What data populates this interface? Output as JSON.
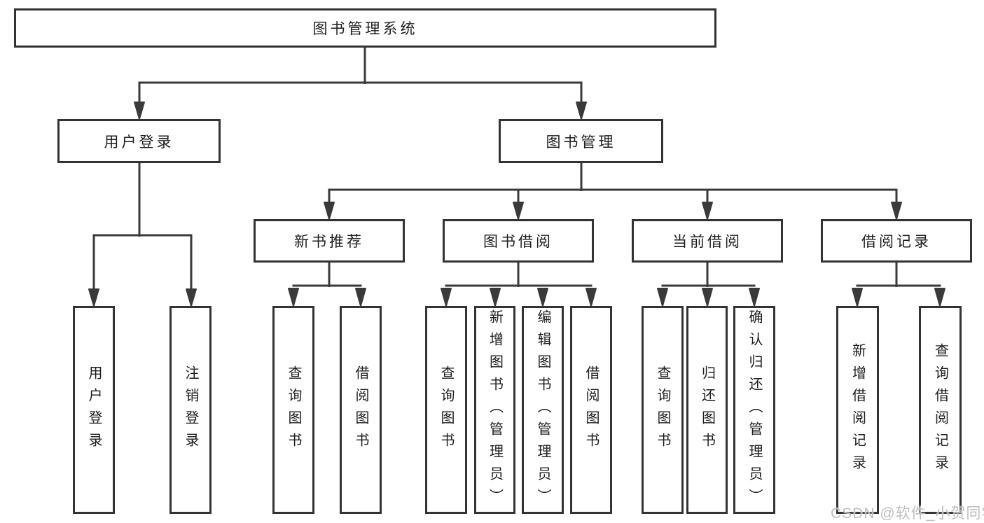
{
  "colors": {
    "page_bg": "#ffffff",
    "box_bg": "#ffffff",
    "box_border": "#333333",
    "line": "#3a3a3a",
    "text": "#1d1d1d",
    "watermark": "#bdbdbd"
  },
  "diagram": {
    "root": {
      "label": "图书管理系统",
      "children": [
        {
          "label": "用户登录",
          "children": [
            {
              "label": "用户登录"
            },
            {
              "label": "注销登录"
            }
          ]
        },
        {
          "label": "图书管理",
          "children": [
            {
              "label": "新书推荐",
              "children": [
                {
                  "label": "查询图书"
                },
                {
                  "label": "借阅图书"
                }
              ]
            },
            {
              "label": "图书借阅",
              "children": [
                {
                  "label": "查询图书"
                },
                {
                  "label": "新增图书（管理员）"
                },
                {
                  "label": "编辑图书（管理员）"
                },
                {
                  "label": "借阅图书"
                }
              ]
            },
            {
              "label": "当前借阅",
              "children": [
                {
                  "label": "查询图书"
                },
                {
                  "label": "归还图书"
                },
                {
                  "label": "确认归还（管理员）"
                }
              ]
            },
            {
              "label": "借阅记录",
              "children": [
                {
                  "label": "新增借阅记录"
                },
                {
                  "label": "查询借阅记录"
                }
              ]
            }
          ]
        }
      ]
    }
  },
  "watermark": {
    "text": "CSDN @软件_小贺同学"
  }
}
